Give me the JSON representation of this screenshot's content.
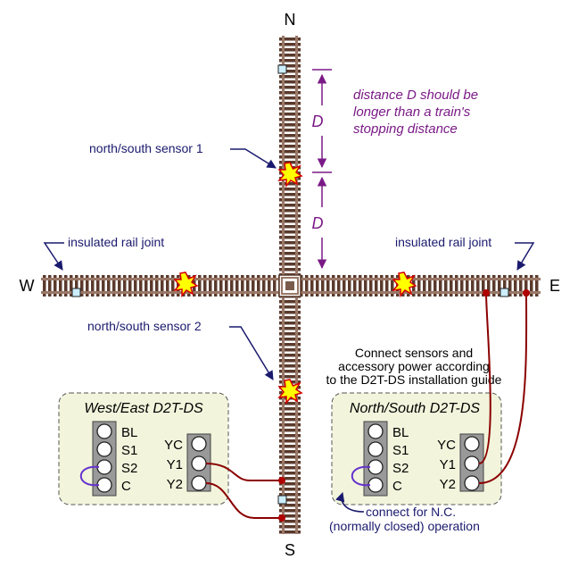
{
  "compass": {
    "north": "N",
    "south": "S",
    "west": "W",
    "east": "E"
  },
  "labels": {
    "ns_sensor_1": "north/south sensor 1",
    "ns_sensor_2": "north/south sensor 2",
    "insulated_joint_west": "insulated rail joint",
    "insulated_joint_east": "insulated rail joint",
    "distance_letter_1": "D",
    "distance_letter_2": "D",
    "distance_note": [
      "distance D should be",
      "longer than a train's",
      "stopping distance"
    ],
    "install_note": [
      "Connect sensors and",
      "accessory power according",
      "to the D2T-DS installation guide"
    ],
    "nc_note": [
      "connect for N.C.",
      "(normally closed) operation"
    ]
  },
  "modules": {
    "west_east": {
      "title": "West/East D2T-DS",
      "left_pins": [
        "BL",
        "S1",
        "S2",
        "C"
      ],
      "right_pins": [
        "YC",
        "Y1",
        "Y2"
      ]
    },
    "north_south": {
      "title": "North/South D2T-DS",
      "left_pins": [
        "BL",
        "S1",
        "S2",
        "C"
      ],
      "right_pins": [
        "YC",
        "Y1",
        "Y2"
      ]
    }
  },
  "colors": {
    "rail": "#7a5c4c",
    "tie": "#5a3a2c",
    "sensor_fill": "#ffff00",
    "sensor_stroke": "#d40000",
    "wire": "#8b0000",
    "jumper": "#6633cc",
    "note": "#7a1a86",
    "label_arrow": "#1a1a6e",
    "module_bg": "#f2f5dc"
  }
}
